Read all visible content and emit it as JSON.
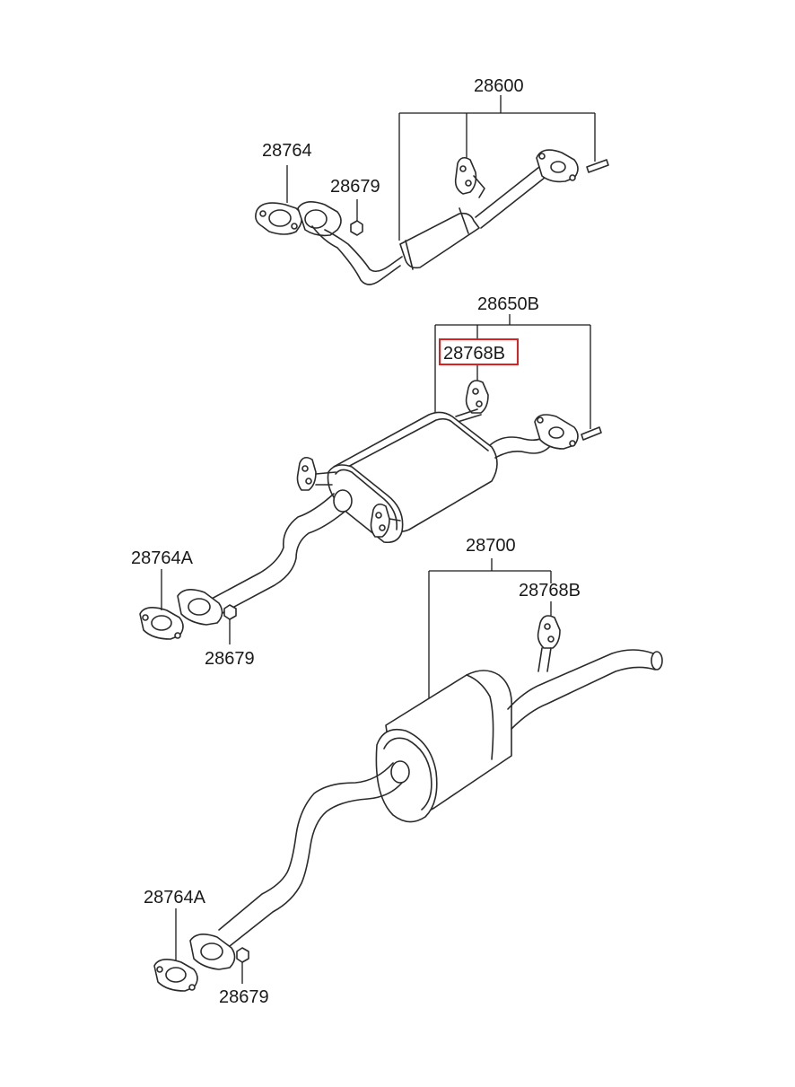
{
  "labels": {
    "l28600": "28600",
    "l28764": "28764",
    "l28679_top": "28679",
    "l28650B": "28650B",
    "l28768B_highlight": "28768B",
    "l28764A_mid": "28764A",
    "l28679_mid": "28679",
    "l28700": "28700",
    "l28768B_bottom": "28768B",
    "l28764A_bottom": "28764A",
    "l28679_bottom": "28679"
  },
  "colors": {
    "highlight": "#e02020",
    "line": "#2b2b2b",
    "background": "#ffffff"
  }
}
